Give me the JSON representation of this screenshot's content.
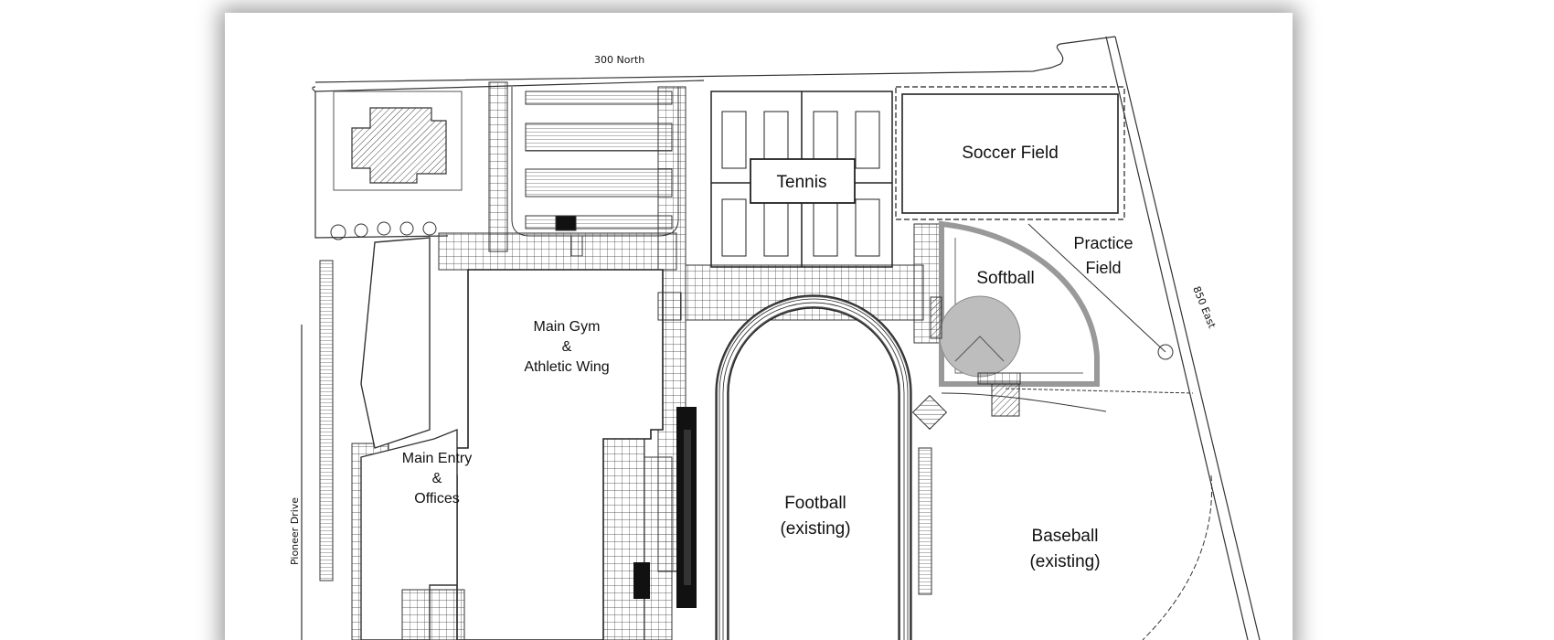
{
  "map": {
    "streets": {
      "north": "300 North",
      "east": "850 East",
      "west": "Pioneer Drive"
    },
    "areas": {
      "soccer": "Soccer Field",
      "tennis": "Tennis",
      "softball": "Softball",
      "practice_line1": "Practice",
      "practice_line2": "Field",
      "gym_line1": "Main Gym",
      "gym_line2": "&",
      "gym_line3": "Athletic Wing",
      "entry_line1": "Main Entry",
      "entry_line2": "&",
      "entry_line3": "Offices",
      "football_line1": "Football",
      "football_line2": "(existing)",
      "baseball_line1": "Baseball",
      "baseball_line2": "(existing)"
    },
    "colors": {
      "ink": "#111111",
      "shadow": "#555555",
      "fill_gray": "#bdbdbd"
    }
  }
}
